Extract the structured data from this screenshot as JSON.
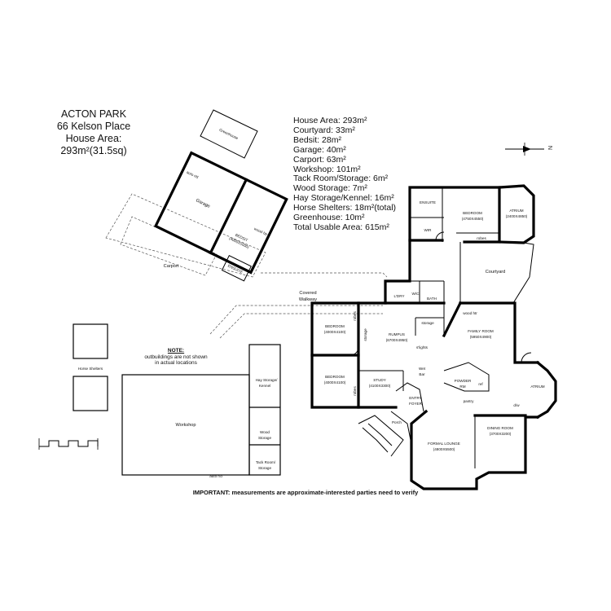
{
  "header": {
    "property_name": "ACTON PARK",
    "address": "66 Kelson Place",
    "house_area": "House Area: 293m²(31.5sq)"
  },
  "areas": [
    "House Area: 293m²",
    "Courtyard: 33m²",
    "Bedsit: 28m²",
    "Garage: 40m²",
    "Carport: 63m²",
    "Workshop: 101m²",
    "Tack Room/Storage: 6m²",
    "Wood Storage: 7m²",
    "Hay Storage/Kennel: 16m²",
    "Horse Shelters: 18m²(total)",
    "Greenhouse: 10m²",
    "Total Usable Area: 615m²"
  ],
  "note": {
    "title": "NOTE:",
    "text": "outbuildings are not shown in actual locations"
  },
  "disclaimer": "IMPORTANT: measurements are approximate-interested parties need to verify",
  "compass": {
    "label": "N"
  },
  "rooms": {
    "greenhouse": "Greenhouse",
    "garage": "Garage",
    "auto_rd_garage": "auto r/d",
    "bedsit": "BEDSIT",
    "bedsit_dim": "(4000X5000)",
    "wood_heater": "wood htr",
    "ensuite_bedsit": "ENSUITE",
    "carport": "Carport",
    "covered_walkway": "Covered Walkway",
    "horse_shelters": "Horse Shelters",
    "workshop": "Workshop",
    "auto_rd_workshop": "auto r/d",
    "hay_storage": "Hay Storage/ Kennel",
    "wood_storage": "Wood Storage",
    "tack_room": "Tack Room/ Storage",
    "ensuite_main": "ENSUITE",
    "wir": "WIR",
    "bedroom_main": "BEDROOM",
    "bedroom_main_dim": "(4750X4550)",
    "atrium_top": "ATRIUM",
    "atrium_top_dim": "(2400X4850)",
    "robes_main": "robes",
    "courtyard": "Courtyard",
    "ldry": "L'DRY",
    "wc": "W/C",
    "bath": "BATH",
    "storage_hall": "storage",
    "bedroom_1": "BEDROOM",
    "bedroom_1_dim": "(4000X4100)",
    "bedroom_2": "BEDROOM",
    "bedroom_2_dim": "(4000X4100)",
    "robes_b1": "robes",
    "robes_b2": "robes",
    "storage_rumpus": "storage",
    "rumpus": "RUMPUS",
    "rumpus_dim": "(6700X4950)",
    "skylights": "s'lights",
    "study": "STUDY",
    "study_dim": "(4100X3300)",
    "wet_bar": "Wet Bar",
    "entry": "ENTRY",
    "foyer": "FOYER",
    "porch": "Porch",
    "family_room": "FAMILY ROOM",
    "family_room_dim": "(5950X4900)",
    "wood_heater_family": "wood htr",
    "powder_rm": "POWDER RM",
    "ref": "ref",
    "pantry": "pantry",
    "atrium_right": "ATRIUM",
    "dw": "d/w",
    "dining_room": "DINING ROOM",
    "dining_room_dim": "(3700X3200)",
    "formal_lounge": "FORMAL LOUNGE",
    "formal_lounge_dim": "(4800X5500)"
  }
}
